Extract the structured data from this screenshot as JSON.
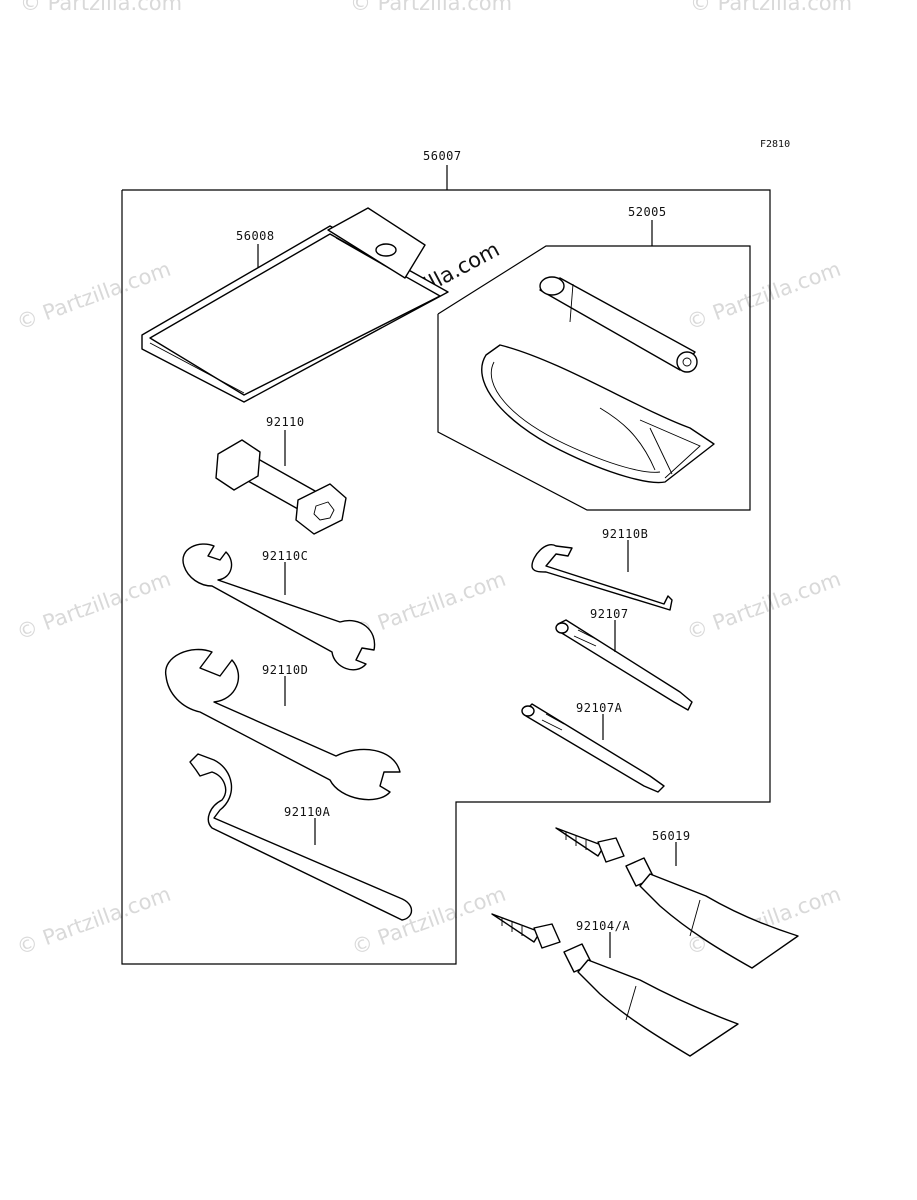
{
  "figure_code": "F2810",
  "watermark_text": "© Partzilla.com",
  "callouts": {
    "kit": "56007",
    "pouch": "56008",
    "repair_kit": "52005",
    "plug_wrench": "92110",
    "wrench_c": "92110C",
    "wrench_d": "92110D",
    "spanner_a": "92110A",
    "hex_key": "92110B",
    "driver": "92107",
    "driver_a": "92107A",
    "tube_1": "56019",
    "tube_2": "92104/A"
  }
}
